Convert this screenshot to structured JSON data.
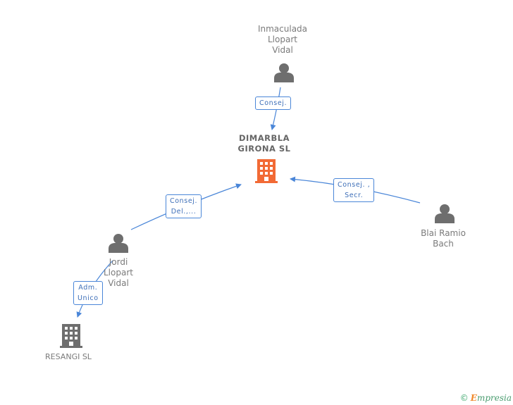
{
  "nodes": {
    "inmaculada": {
      "label": "Inmaculada\nLlopart\nVidal",
      "type": "person"
    },
    "dimarbla": {
      "label": "DIMARBLA\nGIRONA SL",
      "type": "company",
      "color": "#f26a35"
    },
    "blai": {
      "label": "Blai Ramio\nBach",
      "type": "person"
    },
    "jordi": {
      "label": "Jordi\nLlopart\nVidal",
      "type": "person"
    },
    "resangi": {
      "label": "RESANGI SL",
      "type": "company",
      "color": "#6e6e6e"
    }
  },
  "edges": {
    "inmaculada_dimarbla": "Consej.",
    "blai_dimarbla": "Consej. ,\nSecr.",
    "jordi_dimarbla": "Consej.\nDel.,...",
    "jordi_resangi": "Adm.\nUnico"
  },
  "colors": {
    "edge": "#4a86d8",
    "person_icon": "#6e6e6e"
  },
  "footer": {
    "copyright": "©",
    "brand_e": "E",
    "brand_rest": "mpresia"
  }
}
